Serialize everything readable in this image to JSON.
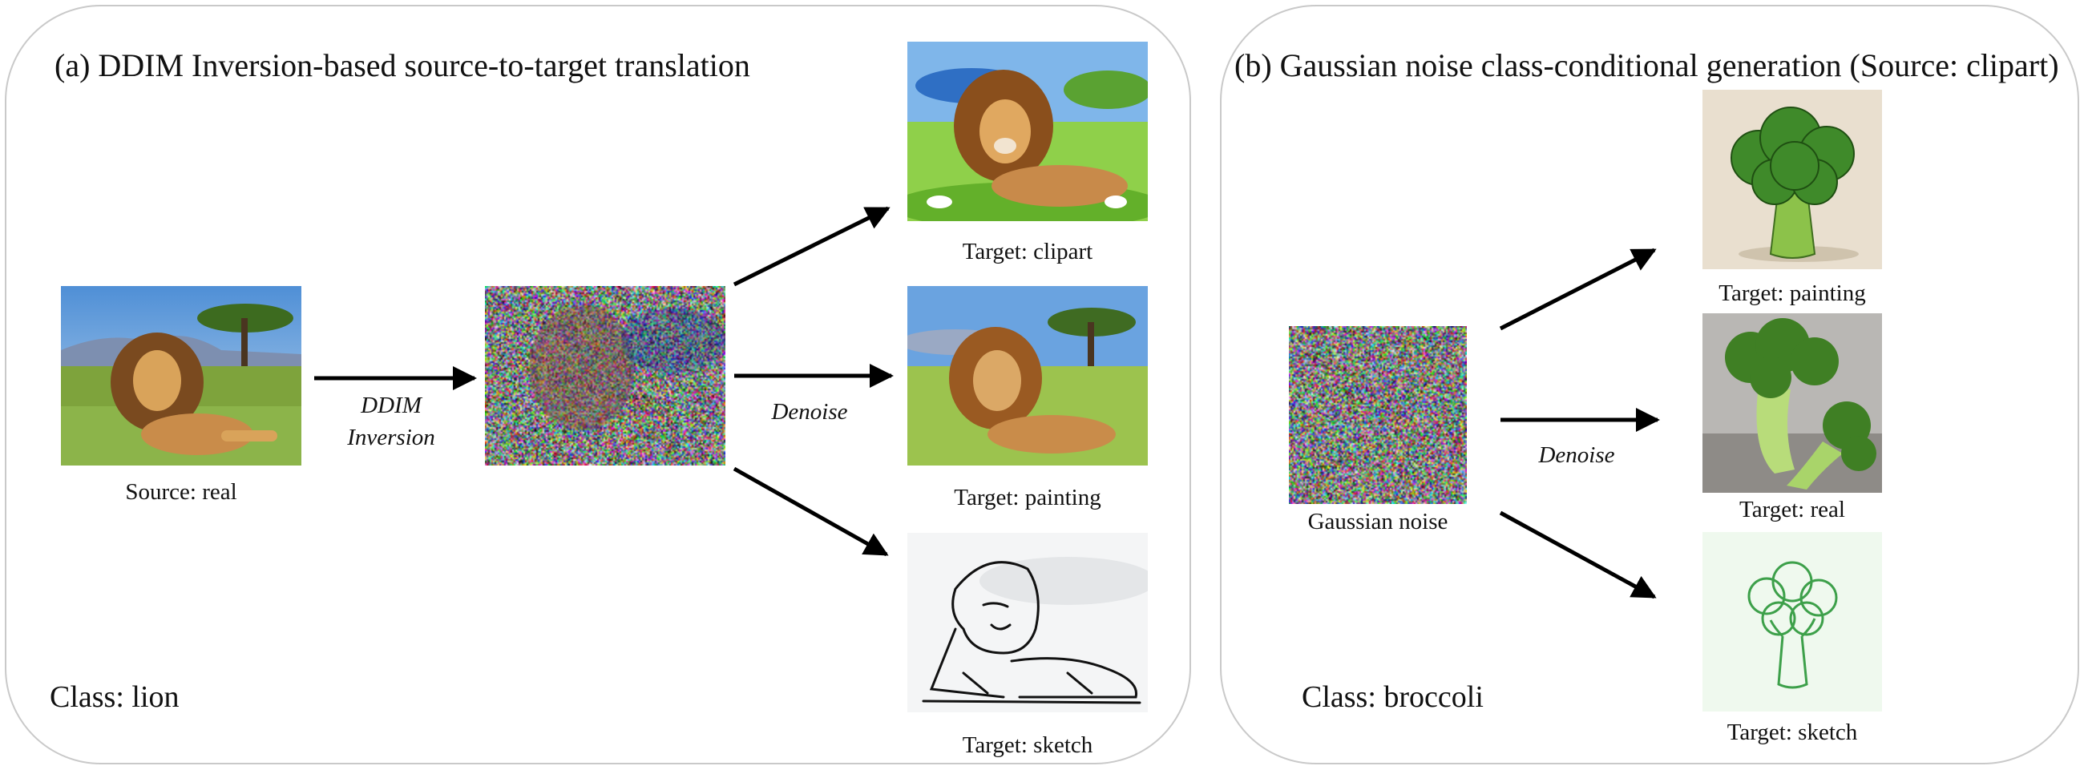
{
  "panel_a": {
    "title": "(a) DDIM Inversion-based source-to-target translation",
    "source_caption": "Source: real",
    "inversion_label_line1": "DDIM",
    "inversion_label_line2": "Inversion",
    "denoise_label": "Denoise",
    "targets": [
      "Target: clipart",
      "Target: painting",
      "Target: sketch"
    ],
    "class_label": "Class: lion"
  },
  "panel_b": {
    "title": "(b) Gaussian noise class-conditional generation (Source: clipart)",
    "noise_caption": "Gaussian noise",
    "denoise_label": "Denoise",
    "targets": [
      "Target: painting",
      "Target: real",
      "Target: sketch"
    ],
    "class_label": "Class: broccoli"
  }
}
